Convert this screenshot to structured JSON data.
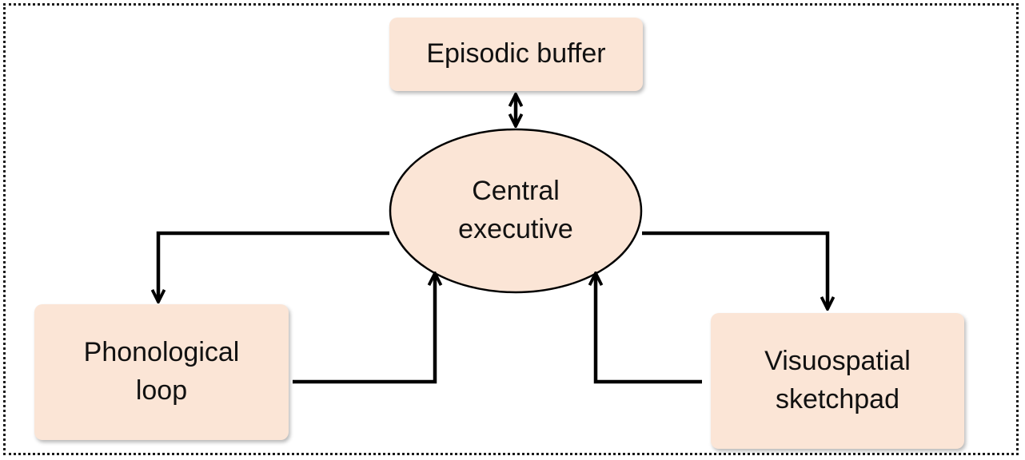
{
  "nodes": {
    "episodic_buffer": {
      "label": "Episodic buffer"
    },
    "central_executive": {
      "line1": "Central",
      "line2": "executive"
    },
    "phonological_loop": {
      "line1": "Phonological",
      "line2": "loop"
    },
    "visuospatial_sketchpad": {
      "line1": "Visuospatial",
      "line2": "sketchpad"
    }
  },
  "colors": {
    "node_fill": "#fbe5d6",
    "stroke": "#000000"
  }
}
